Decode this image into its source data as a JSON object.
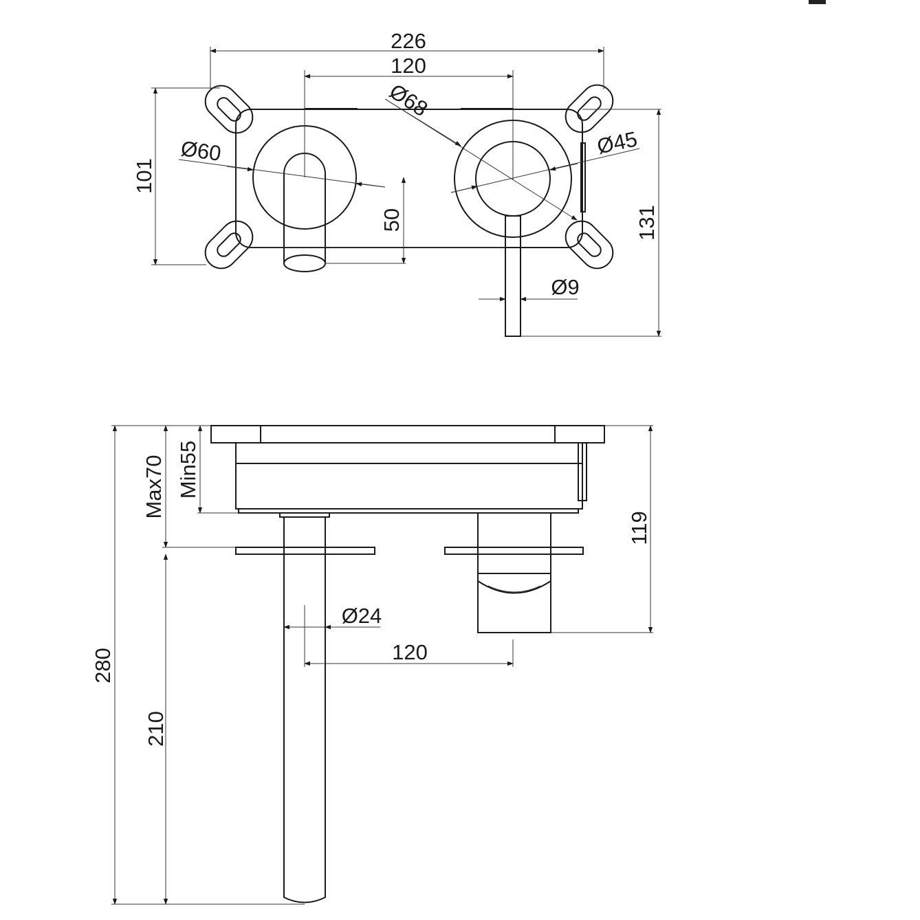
{
  "colors": {
    "line": "#1a1a1a",
    "background": "#ffffff"
  },
  "front_view": {
    "overall_width": "226",
    "handle_spacing": "120",
    "diameter_68": "Ø68",
    "diameter_60": "Ø60",
    "diameter_45": "Ø45",
    "plate_height": "101",
    "spout_drop": "50",
    "overall_height": "131",
    "handle_diameter": "Ø9"
  },
  "side_view": {
    "max_depth": "Max70",
    "min_depth": "Min55",
    "mixer_depth": "119",
    "total_length": "280",
    "spout_length": "210",
    "spout_diameter": "Ø24",
    "axis_spacing": "120"
  }
}
